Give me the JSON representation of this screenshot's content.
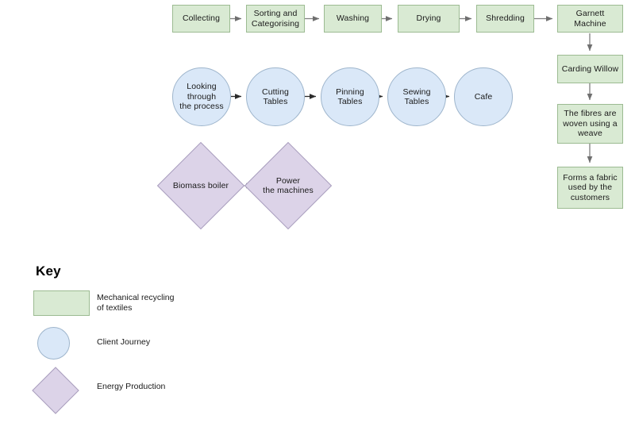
{
  "diagram": {
    "title_key": "Key",
    "background_color": "#ffffff",
    "palette": {
      "process_fill": "#d9ead3",
      "process_stroke": "#9cbb92",
      "client_fill": "#dae8f8",
      "client_stroke": "#9eb5cc",
      "energy_fill": "#dcd3e8",
      "energy_stroke": "#a99ebd",
      "connector_stroke": "#7f7f7f",
      "text_color": "#1a1a1a"
    },
    "lanes": [
      {
        "name": "mechanical-recycling-of-textiles",
        "shape": "rectangle",
        "nodes": [
          {
            "id": "collecting",
            "label": "Collecting"
          },
          {
            "id": "sorting-and-categorising",
            "label": "Sorting and\nCategorising"
          },
          {
            "id": "washing",
            "label": "Washing"
          },
          {
            "id": "drying",
            "label": "Drying"
          },
          {
            "id": "shredding",
            "label": "Shredding"
          },
          {
            "id": "garnett-machine",
            "label": "Garnett Machine"
          },
          {
            "id": "carding-willow",
            "label": "Carding Willow"
          },
          {
            "id": "fibres-woven-using-a-weave",
            "label": "The fibres are\nwoven using a\nweave"
          },
          {
            "id": "forms-a-fabric",
            "label": "Forms a fabric\nused by the\ncustomers"
          }
        ]
      },
      {
        "name": "client-journey",
        "shape": "circle",
        "nodes": [
          {
            "id": "looking-through-the-process",
            "label": "Looking through\nthe process"
          },
          {
            "id": "cutting-tables",
            "label": "Cutting Tables"
          },
          {
            "id": "pinning-tables",
            "label": "Pinning Tables"
          },
          {
            "id": "sewing-tables",
            "label": "Sewing Tables"
          },
          {
            "id": "cafe",
            "label": "Cafe"
          }
        ]
      },
      {
        "name": "energy-production",
        "shape": "diamond",
        "nodes": [
          {
            "id": "biomass-boiler",
            "label": "Biomass boiler"
          },
          {
            "id": "power-the-machines",
            "label": "Power\nthe machines"
          }
        ]
      }
    ],
    "key": {
      "heading": "Key",
      "entries": [
        {
          "shape": "rectangle",
          "label": "Mechanical recycling\nof textiles"
        },
        {
          "shape": "circle",
          "label": "Client Journey"
        },
        {
          "shape": "diamond",
          "label": "Energy Production"
        }
      ]
    }
  }
}
